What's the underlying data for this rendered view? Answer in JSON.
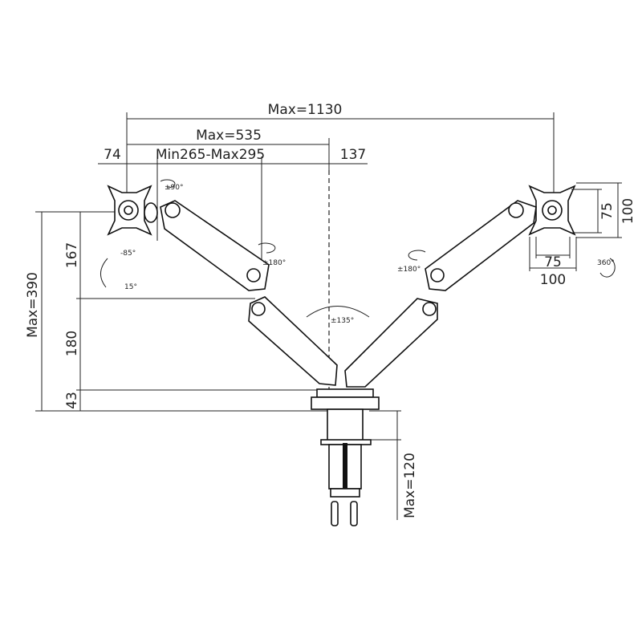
{
  "dimensions": {
    "total_width": "Max=1130",
    "half_width": "Max=535",
    "left_offset": "74",
    "arm_reach": "Min265-Max295",
    "center_offset": "137",
    "total_height": "Max=390",
    "upper_height": "167",
    "mid_height": "180",
    "base_height": "43",
    "clamp_thickness": "Max=120",
    "vesa_small_v": "75",
    "vesa_large_v": "100",
    "vesa_small_h": "75",
    "vesa_large_h": "100"
  },
  "angles": {
    "tilt_up": "-85°",
    "tilt_down": "15°",
    "swivel_head": "±90°",
    "left_elbow": "±180°",
    "right_elbow": "±180°",
    "base_rotation": "±135°",
    "rotation": "360°"
  },
  "colors": {
    "line": "#222222",
    "background": "#ffffff"
  }
}
